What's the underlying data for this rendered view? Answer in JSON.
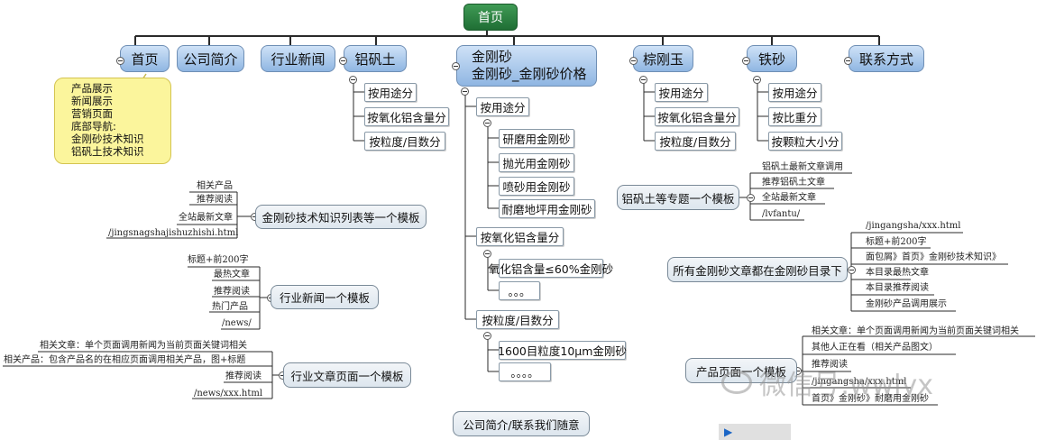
{
  "root": "首页",
  "branches": [
    "首页",
    "公司简介",
    "行业新闻",
    "铝矾土",
    "金刚砂",
    "金刚砂_金刚砂价格",
    "棕刚玉",
    "铁砂",
    "联系方式"
  ],
  "homepage_note": [
    "产品展示",
    "新闻展示",
    "营销页面",
    "底部导航:",
    "金刚砂技术知识",
    "铝矾土技术知识"
  ],
  "bauxite_children": [
    "按用途分",
    "按氧化铝含量分",
    "按粒度/目数分"
  ],
  "emery": {
    "by_use": "按用途分",
    "use_items": [
      "研磨用金刚砂",
      "抛光用金刚砂",
      "喷砂用金刚砂",
      "耐磨地坪用金刚砂"
    ],
    "by_alumina": "按氧化铝含量分",
    "alumina_items": [
      "氧化铝含量≤60%金刚砂",
      "。。。"
    ],
    "by_grit": "按粒度/目数分",
    "grit_items": [
      "1600目粒度10μm金刚砂",
      "。。。。"
    ]
  },
  "brown_children": [
    "按用途分",
    "按氧化铝含量分",
    "按粒度/目数分"
  ],
  "iron_children": [
    "按用途分",
    "按比重分",
    "按颗粒大小分"
  ],
  "templates": {
    "knowledge": {
      "title": "金刚砂技术知识列表等一个模板",
      "items": [
        "相关产品",
        "推荐阅读",
        "全站最新文章",
        "/jingsnagshajishuzhishi.html"
      ]
    },
    "news": {
      "title": "行业新闻一个模板",
      "items": [
        "标题+前200字",
        "最热文章",
        "推荐阅读",
        "热门产品",
        "/news/"
      ]
    },
    "article": {
      "title": "行业文章页面一个模板",
      "items": [
        "相关文章：单个页面调用新闻为当前页面关键词相关",
        "相关产品：包含产品名的在相应页面调用相关产品，图+标题",
        "推荐阅读",
        "/news/xxx.html"
      ]
    },
    "bauxite_topic": {
      "title": "铝矾土等专题一个模板",
      "items": [
        "铝矾土最新文章调用",
        "推荐铝矾土文章",
        "全站最新文章",
        "/lvfantu/"
      ]
    },
    "emery_dir": {
      "title": "所有金刚砂文章都在金刚砂目录下",
      "items": [
        "/jingangsha/xxx.html",
        "标题+前200字",
        "面包屑》首页》金刚砂技术知识》",
        "本目录最热文章",
        "本目录推荐阅读",
        "金刚砂产品调用展示"
      ]
    },
    "product": {
      "title": "产品页面一个模板",
      "items": [
        "相关文章：单个页面调用新闻为当前页面关键词相关",
        "其他人正在看（相关产品图文）",
        "推荐阅读",
        "/jingangsha/xxx.html",
        "首页》金刚砂》耐磨用金刚砂"
      ]
    }
  },
  "footer": "公司简介/联系我们随意",
  "watermark": "微信号:wwlyx",
  "play_glyph": "▶"
}
